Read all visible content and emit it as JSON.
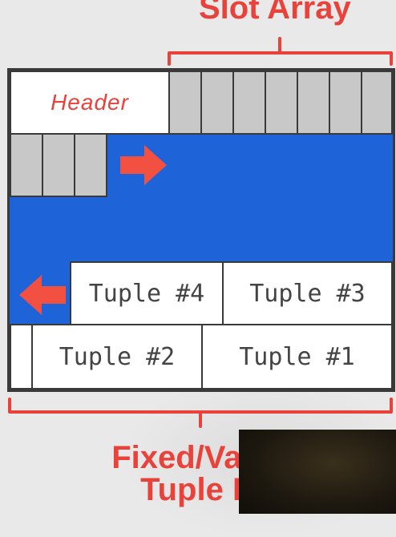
{
  "diagram": {
    "slot_array_label": "Slot Array",
    "header_label": "Header",
    "tuples": [
      "Tuple #4",
      "Tuple #3",
      "Tuple #2",
      "Tuple #1"
    ],
    "bottom_label_line1": "Fixed/Var-L",
    "bottom_label_line2": "Tuple D",
    "colors": {
      "accent_red": "#e8423a",
      "free_space_blue": "#1e63d8",
      "slot_gray": "#c8c8c8",
      "border": "#3a3a3a"
    },
    "icons": [
      "arrow-right-icon",
      "arrow-left-icon"
    ]
  }
}
